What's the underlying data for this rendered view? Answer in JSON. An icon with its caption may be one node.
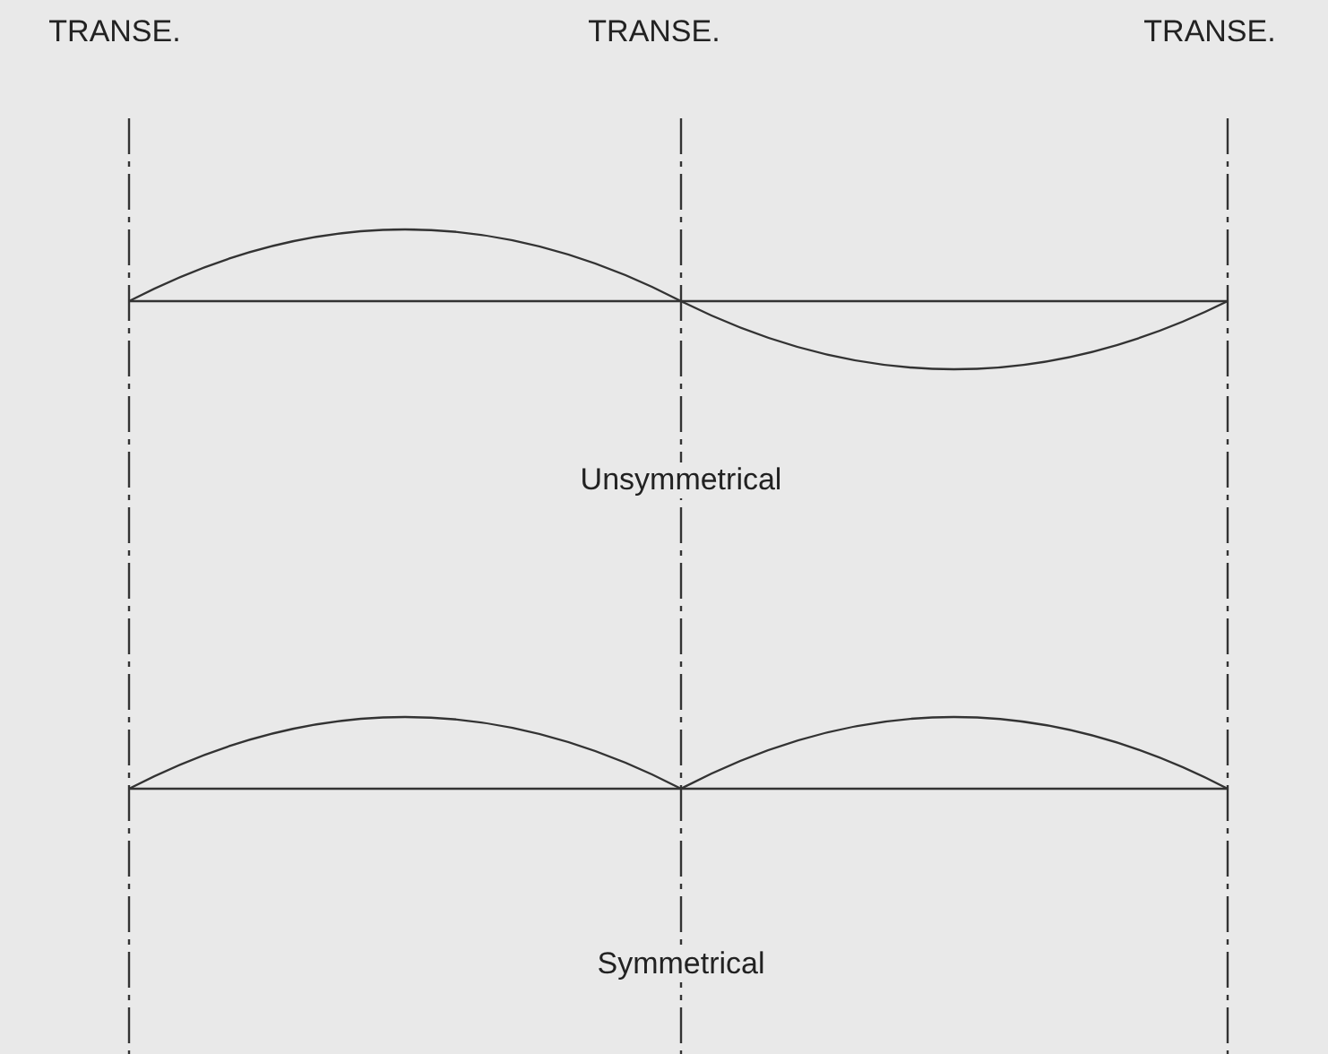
{
  "diagram": {
    "labels": [
      "TRANSE.",
      "TRANSE.",
      "TRANSE.",
      "Unsymmetrical",
      "Symmetrical"
    ]
  }
}
